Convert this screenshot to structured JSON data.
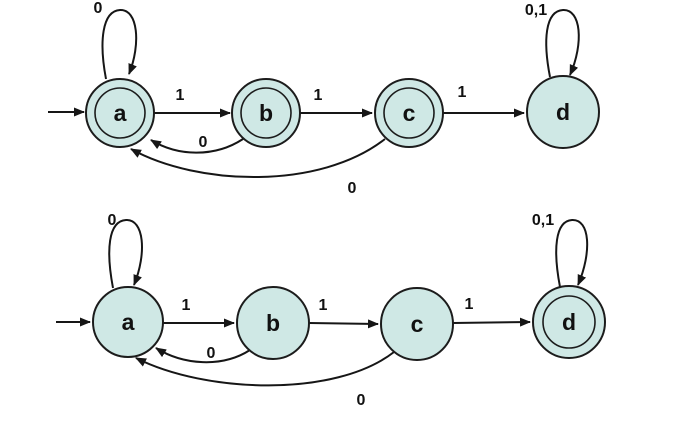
{
  "colors": {
    "state_fill": "#cfe8e5",
    "stroke": "#161616",
    "label": "#111111"
  },
  "machines": [
    {
      "id": "top",
      "states": [
        {
          "name": "a",
          "accepting": true,
          "initial": true
        },
        {
          "name": "b",
          "accepting": true,
          "initial": false
        },
        {
          "name": "c",
          "accepting": true,
          "initial": false
        },
        {
          "name": "d",
          "accepting": false,
          "initial": false
        }
      ],
      "labels": {
        "a_loop": "0",
        "a_to_b": "1",
        "b_to_c": "1",
        "c_to_d": "1",
        "b_to_a": "0",
        "c_to_a": "0",
        "d_loop": "0,1"
      }
    },
    {
      "id": "bottom",
      "states": [
        {
          "name": "a",
          "accepting": false,
          "initial": true
        },
        {
          "name": "b",
          "accepting": false,
          "initial": false
        },
        {
          "name": "c",
          "accepting": false,
          "initial": false
        },
        {
          "name": "d",
          "accepting": true,
          "initial": false
        }
      ],
      "labels": {
        "a_loop": "0",
        "a_to_b": "1",
        "b_to_c": "1",
        "c_to_d": "1",
        "b_to_a": "0",
        "c_to_a": "0",
        "d_loop": "0,1"
      }
    }
  ]
}
